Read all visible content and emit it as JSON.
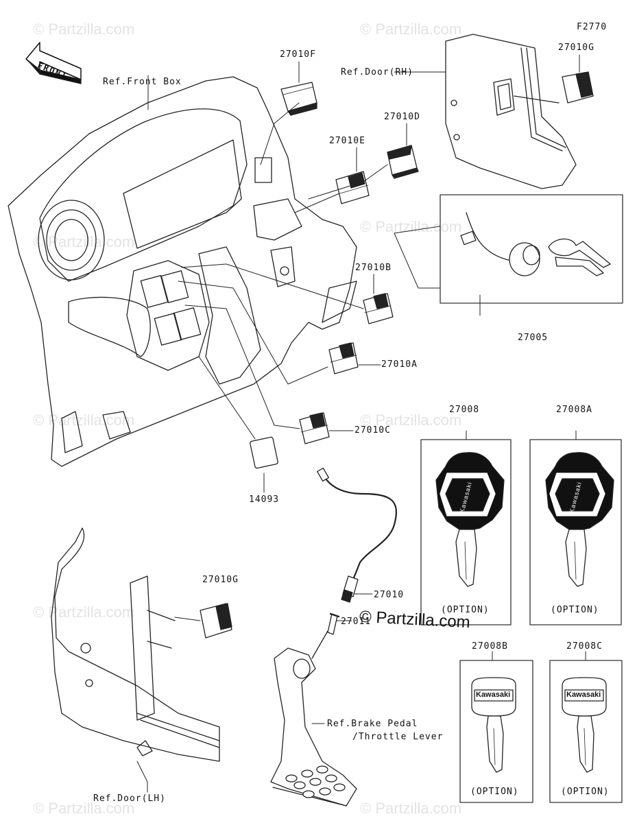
{
  "figure_code": "F2770",
  "labels": {
    "front_arrow": "FRONT",
    "ref_front_box": "Ref.Front Box",
    "ref_door_rh": "Ref.Door(RH)",
    "ref_door_lh": "Ref.Door(LH)",
    "ref_brake_pedal": "Ref.Brake Pedal",
    "ref_throttle_lever": "/Throttle Lever"
  },
  "parts": {
    "p27010F": "27010F",
    "p27010G_top": "27010G",
    "p27010D": "27010D",
    "p27010E": "27010E",
    "p27010B": "27010B",
    "p27010A": "27010A",
    "p27010C": "27010C",
    "p27005": "27005",
    "p14093": "14093",
    "p27008": "27008",
    "p27008A": "27008A",
    "p27008B": "27008B",
    "p27008C": "27008C",
    "p27010G_bottom": "27010G",
    "p27010": "27010",
    "p27011": "27011"
  },
  "key_brand": "Kawasaki",
  "option_label": "(OPTION)",
  "watermark": "© Partzilla.com",
  "brand_mark": "© Partzilla.com"
}
